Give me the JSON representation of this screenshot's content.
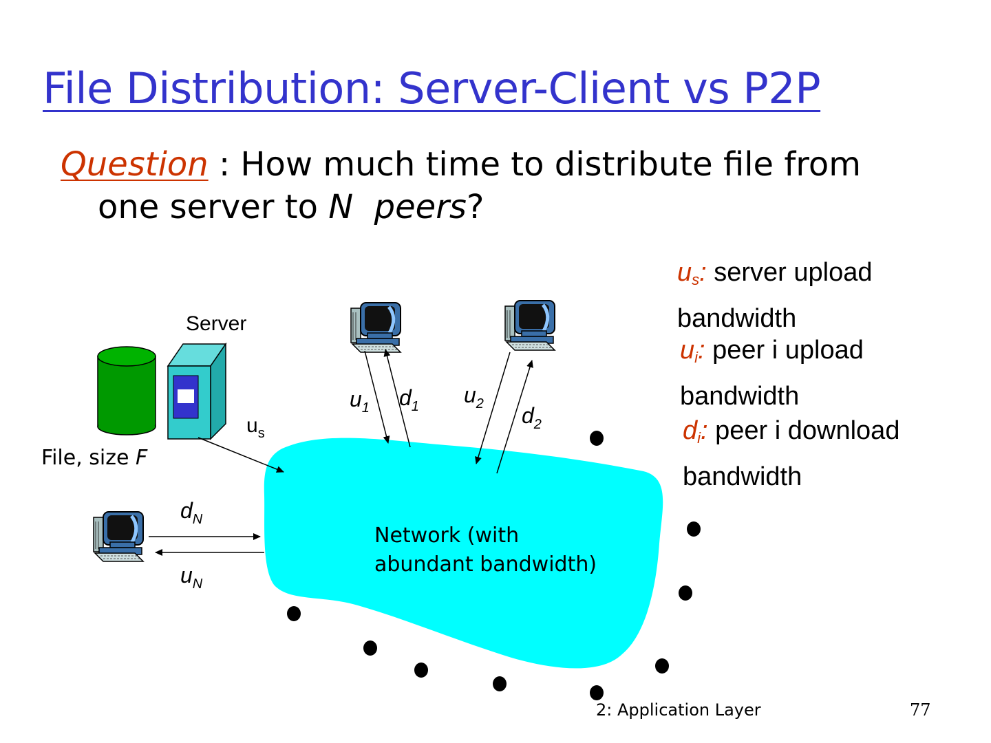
{
  "title": "File Distribution: Server-Client vs P2P",
  "question": {
    "label": "Question",
    "text_part1": " : How much time to distribute file from",
    "text_part2_a": "one server to ",
    "text_part2_n": "N",
    "text_part2_gap": "  ",
    "text_part2_peers": "peers",
    "text_part2_end": "?"
  },
  "legend": [
    {
      "symbol": "u",
      "sub": "s",
      "colon": ":",
      "text": " server upload",
      "text2": "bandwidth"
    },
    {
      "symbol": "u",
      "sub": "i",
      "colon": ":",
      "text": " peer i upload",
      "text2": "bandwidth"
    },
    {
      "symbol": "d",
      "sub": "i",
      "colon": ":",
      "text": " peer i download",
      "text2": "bandwidth"
    }
  ],
  "diagram": {
    "server_label": "Server",
    "file_label": "File, size ",
    "file_var": "F",
    "us_label": "u",
    "us_sub": "s",
    "u1": "u",
    "u1_sub": "1",
    "d1": "d",
    "d1_sub": "1",
    "u2": "u",
    "u2_sub": "2",
    "d2": "d",
    "d2_sub": "2",
    "dN": "d",
    "dN_sub": "N",
    "uN": "u",
    "uN_sub": "N",
    "network_text": "Network (with abundant bandwidth)"
  },
  "footer": {
    "chapter": "2: Application Layer",
    "page": "77"
  },
  "colors": {
    "title": "#3333cc",
    "accent": "#cc3300",
    "network": "#00ffff",
    "server": "#33cccc",
    "disk": "#009900"
  }
}
